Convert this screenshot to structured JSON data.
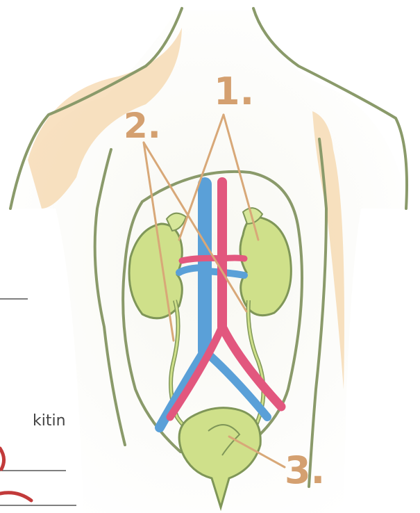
{
  "labels": {
    "kidneys": "1.",
    "ureters": "2.",
    "bladder": "3."
  },
  "side_text": "kitin",
  "colors": {
    "outline": "#8a9a6a",
    "skin_shadow": "#f3c98e",
    "organ_fill": "#cfe08a",
    "organ_stroke": "#7f9658",
    "artery": "#e2577e",
    "vein": "#5aa0d8",
    "pointer": "#d8a878",
    "label": "#d4a070",
    "red_ink": "#c23a3a"
  }
}
